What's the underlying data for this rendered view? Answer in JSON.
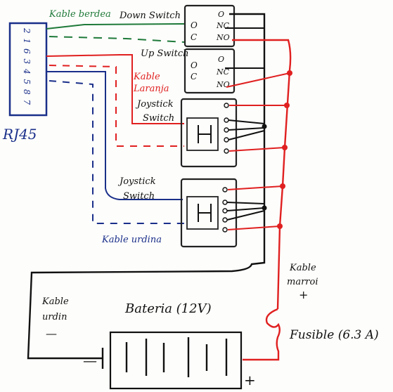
{
  "connector": {
    "label": "RJ45",
    "pins": [
      "2",
      "1",
      "6",
      "3",
      "4",
      "5",
      "8",
      "7"
    ]
  },
  "switches": {
    "down": {
      "label": "Down Switch",
      "terminals": [
        "O",
        "NC",
        "NO"
      ],
      "left_marks": [
        "O",
        "C"
      ]
    },
    "up": {
      "label": "Up Switch",
      "terminals": [
        "O",
        "NC",
        "NO"
      ],
      "left_marks": [
        "O",
        "C"
      ]
    }
  },
  "joysticks": {
    "label_line1": "Joystick",
    "label_line2": "Switch"
  },
  "cables": {
    "green": "Kable berdea",
    "red_line1": "Kable",
    "red_line2": "Laranja",
    "blue": "Kable urdina",
    "brown_line1": "Kable",
    "brown_line2": "marroi",
    "brown_sign": "+",
    "black_line1": "Kable",
    "black_line2": "urdin",
    "black_sign": "—"
  },
  "battery": {
    "label": "Bateria (12V)",
    "minus": "—",
    "plus": "+"
  },
  "fuse": {
    "label": "Fusible (6.3 A)"
  },
  "colors": {
    "green": "#1f7a3a",
    "red": "#e02020",
    "blue": "#1a2f8a",
    "black": "#111111",
    "outline": "#222222"
  }
}
